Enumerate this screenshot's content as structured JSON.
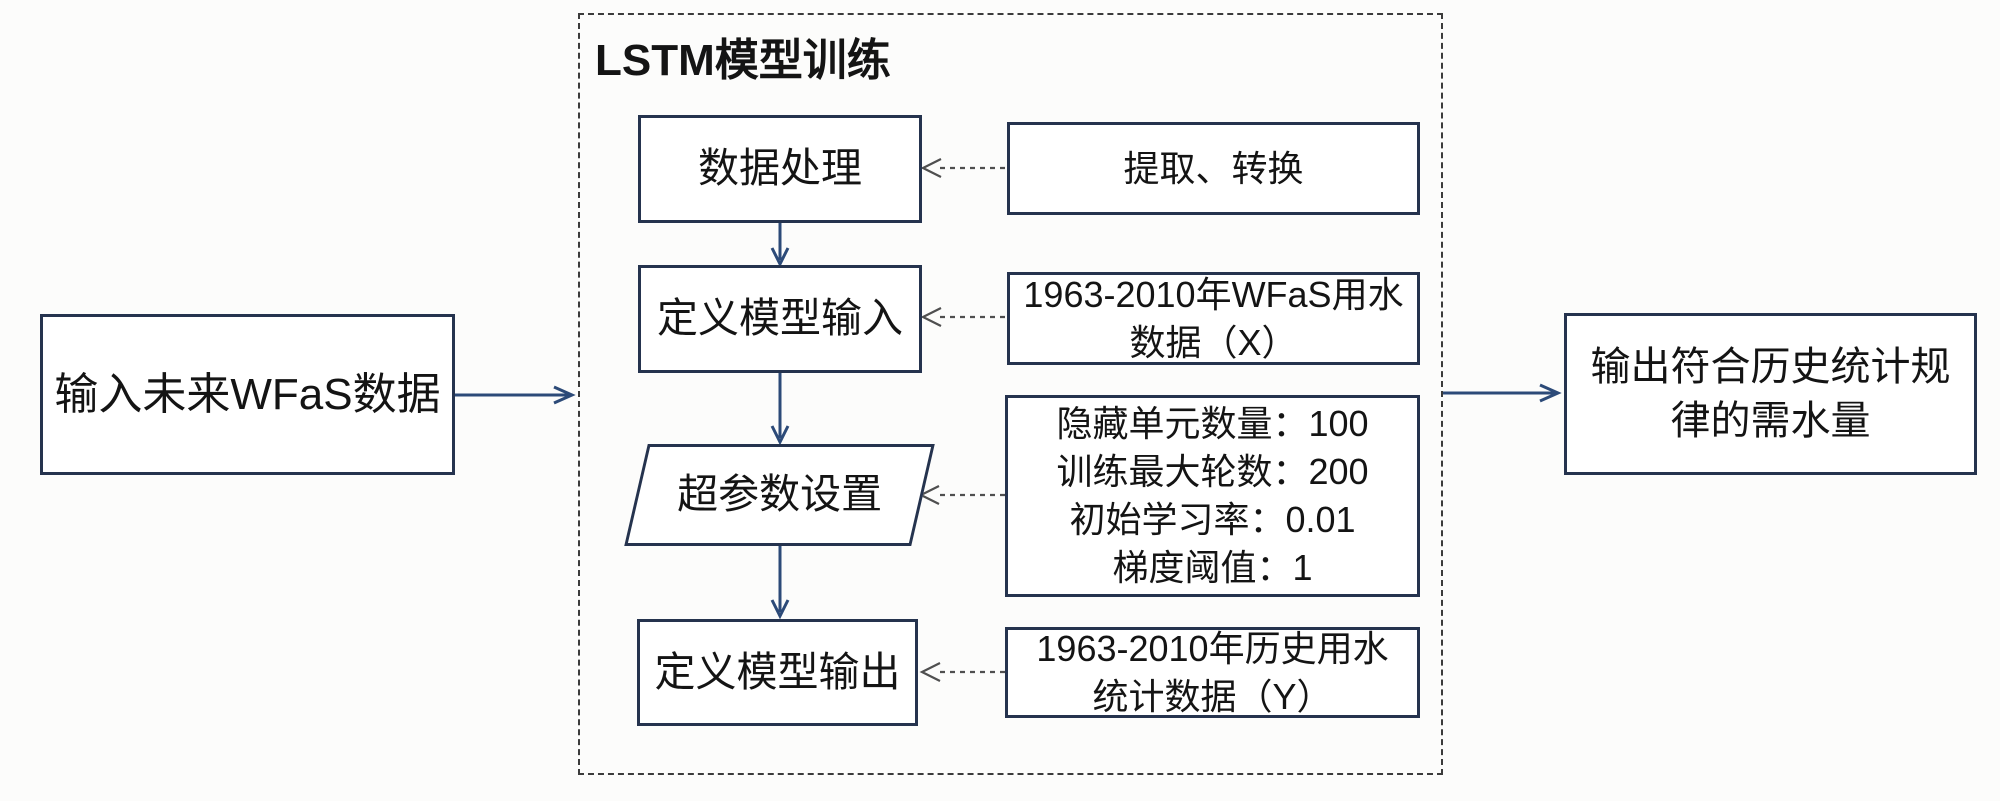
{
  "colors": {
    "box-border": "#25334e",
    "solid-arrow": "#2c4a78",
    "dashed-arrow": "#4f4f4f",
    "container-border": "#3b3b3b",
    "text": "#141414",
    "canvas-bg": "#fcfcfb",
    "box-bg": "#ffffff"
  },
  "flowchart": {
    "input_box": {
      "label": "输入未来WFaS数据"
    },
    "output_box": {
      "label": "输出符合历史统计规律的需水量"
    },
    "lstm_block": {
      "title": "LSTM模型训练",
      "steps": [
        {
          "label": "数据处理",
          "shape": "rectangle"
        },
        {
          "label": "定义模型输入",
          "shape": "rectangle"
        },
        {
          "label": "超参数设置",
          "shape": "parallelogram"
        },
        {
          "label": "定义模型输出",
          "shape": "rectangle"
        }
      ],
      "annotations": [
        {
          "lines": [
            "提取、转换"
          ]
        },
        {
          "lines": [
            "1963-2010年WFaS用水",
            "数据（X）"
          ]
        },
        {
          "lines": [
            "隐藏单元数量：100",
            "训练最大轮数：200",
            "初始学习率：0.01",
            "梯度阈值：1"
          ]
        },
        {
          "lines": [
            "1963-2010年历史用水",
            "统计数据（Y）"
          ]
        }
      ]
    }
  }
}
